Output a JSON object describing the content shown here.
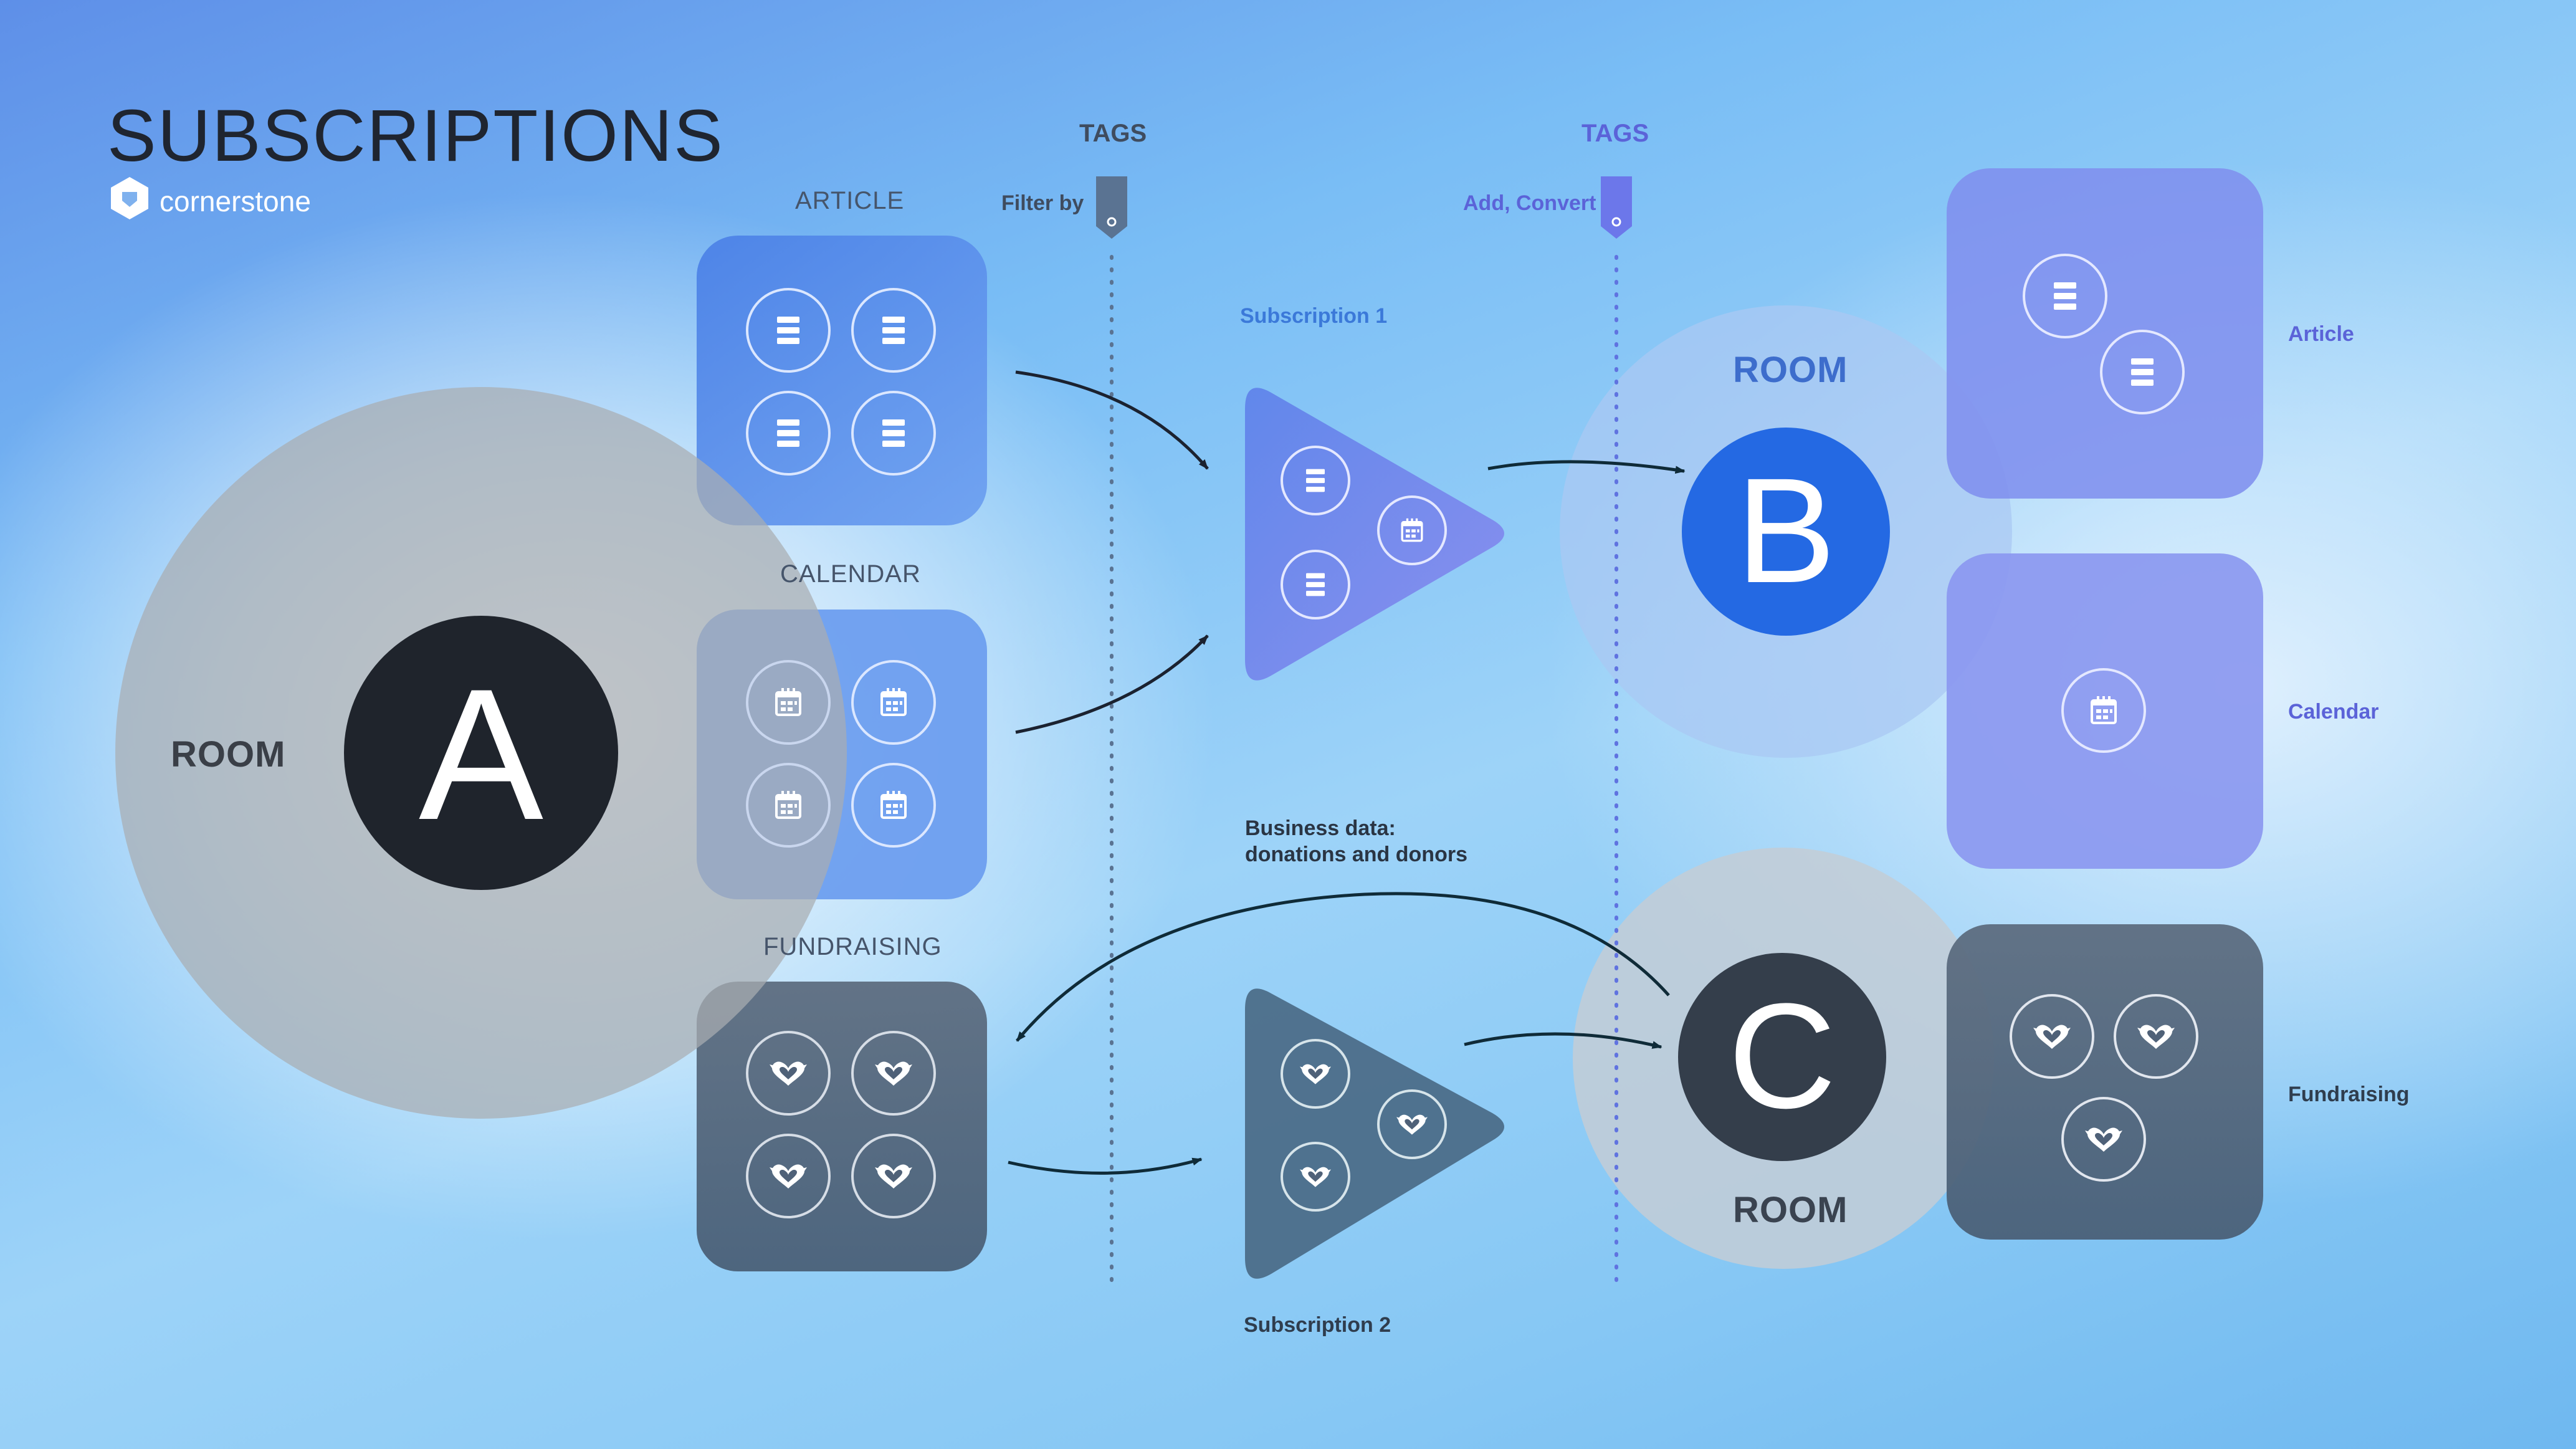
{
  "header": {
    "title": "SUBSCRIPTIONS",
    "brand": "cornerstone"
  },
  "tags": [
    {
      "label": "TAGS",
      "caption": "Filter by"
    },
    {
      "label": "TAGS",
      "caption": "Add, Convert"
    }
  ],
  "source": {
    "room_label": "ROOM",
    "room_letter": "A",
    "groups": [
      {
        "label": "ARTICLE",
        "icon": "document-icon",
        "count": 4
      },
      {
        "label": "CALENDAR",
        "icon": "calendar-icon",
        "count": 4
      },
      {
        "label": "FUNDRAISING",
        "icon": "heart-icon",
        "count": 4
      }
    ]
  },
  "subscriptions": [
    {
      "label": "Subscription 1",
      "icons": [
        "document-icon",
        "calendar-icon",
        "document-icon"
      ]
    },
    {
      "label": "Subscription 2",
      "icons": [
        "heart-icon",
        "heart-icon",
        "heart-icon"
      ]
    }
  ],
  "feedback": {
    "line1": "Business data:",
    "line2": "donations and donors"
  },
  "targets": [
    {
      "room_label": "ROOM",
      "room_letter": "B"
    },
    {
      "room_label": "ROOM",
      "room_letter": "C"
    }
  ],
  "results": [
    {
      "label": "Article",
      "icon": "document-icon",
      "count": 2
    },
    {
      "label": "Calendar",
      "icon": "calendar-icon",
      "count": 1
    },
    {
      "label": "Fundraising",
      "icon": "heart-icon",
      "count": 3
    }
  ],
  "colors": {
    "blue_tile": "#5b8de9",
    "purple_tile": "#8794ee",
    "slate_tile": "#4b5d74",
    "room_a": "#1f242c",
    "room_b": "#2469e3",
    "room_c": "#343e4b",
    "tag_left": "#5a7392",
    "tag_right": "#6c77ea"
  }
}
